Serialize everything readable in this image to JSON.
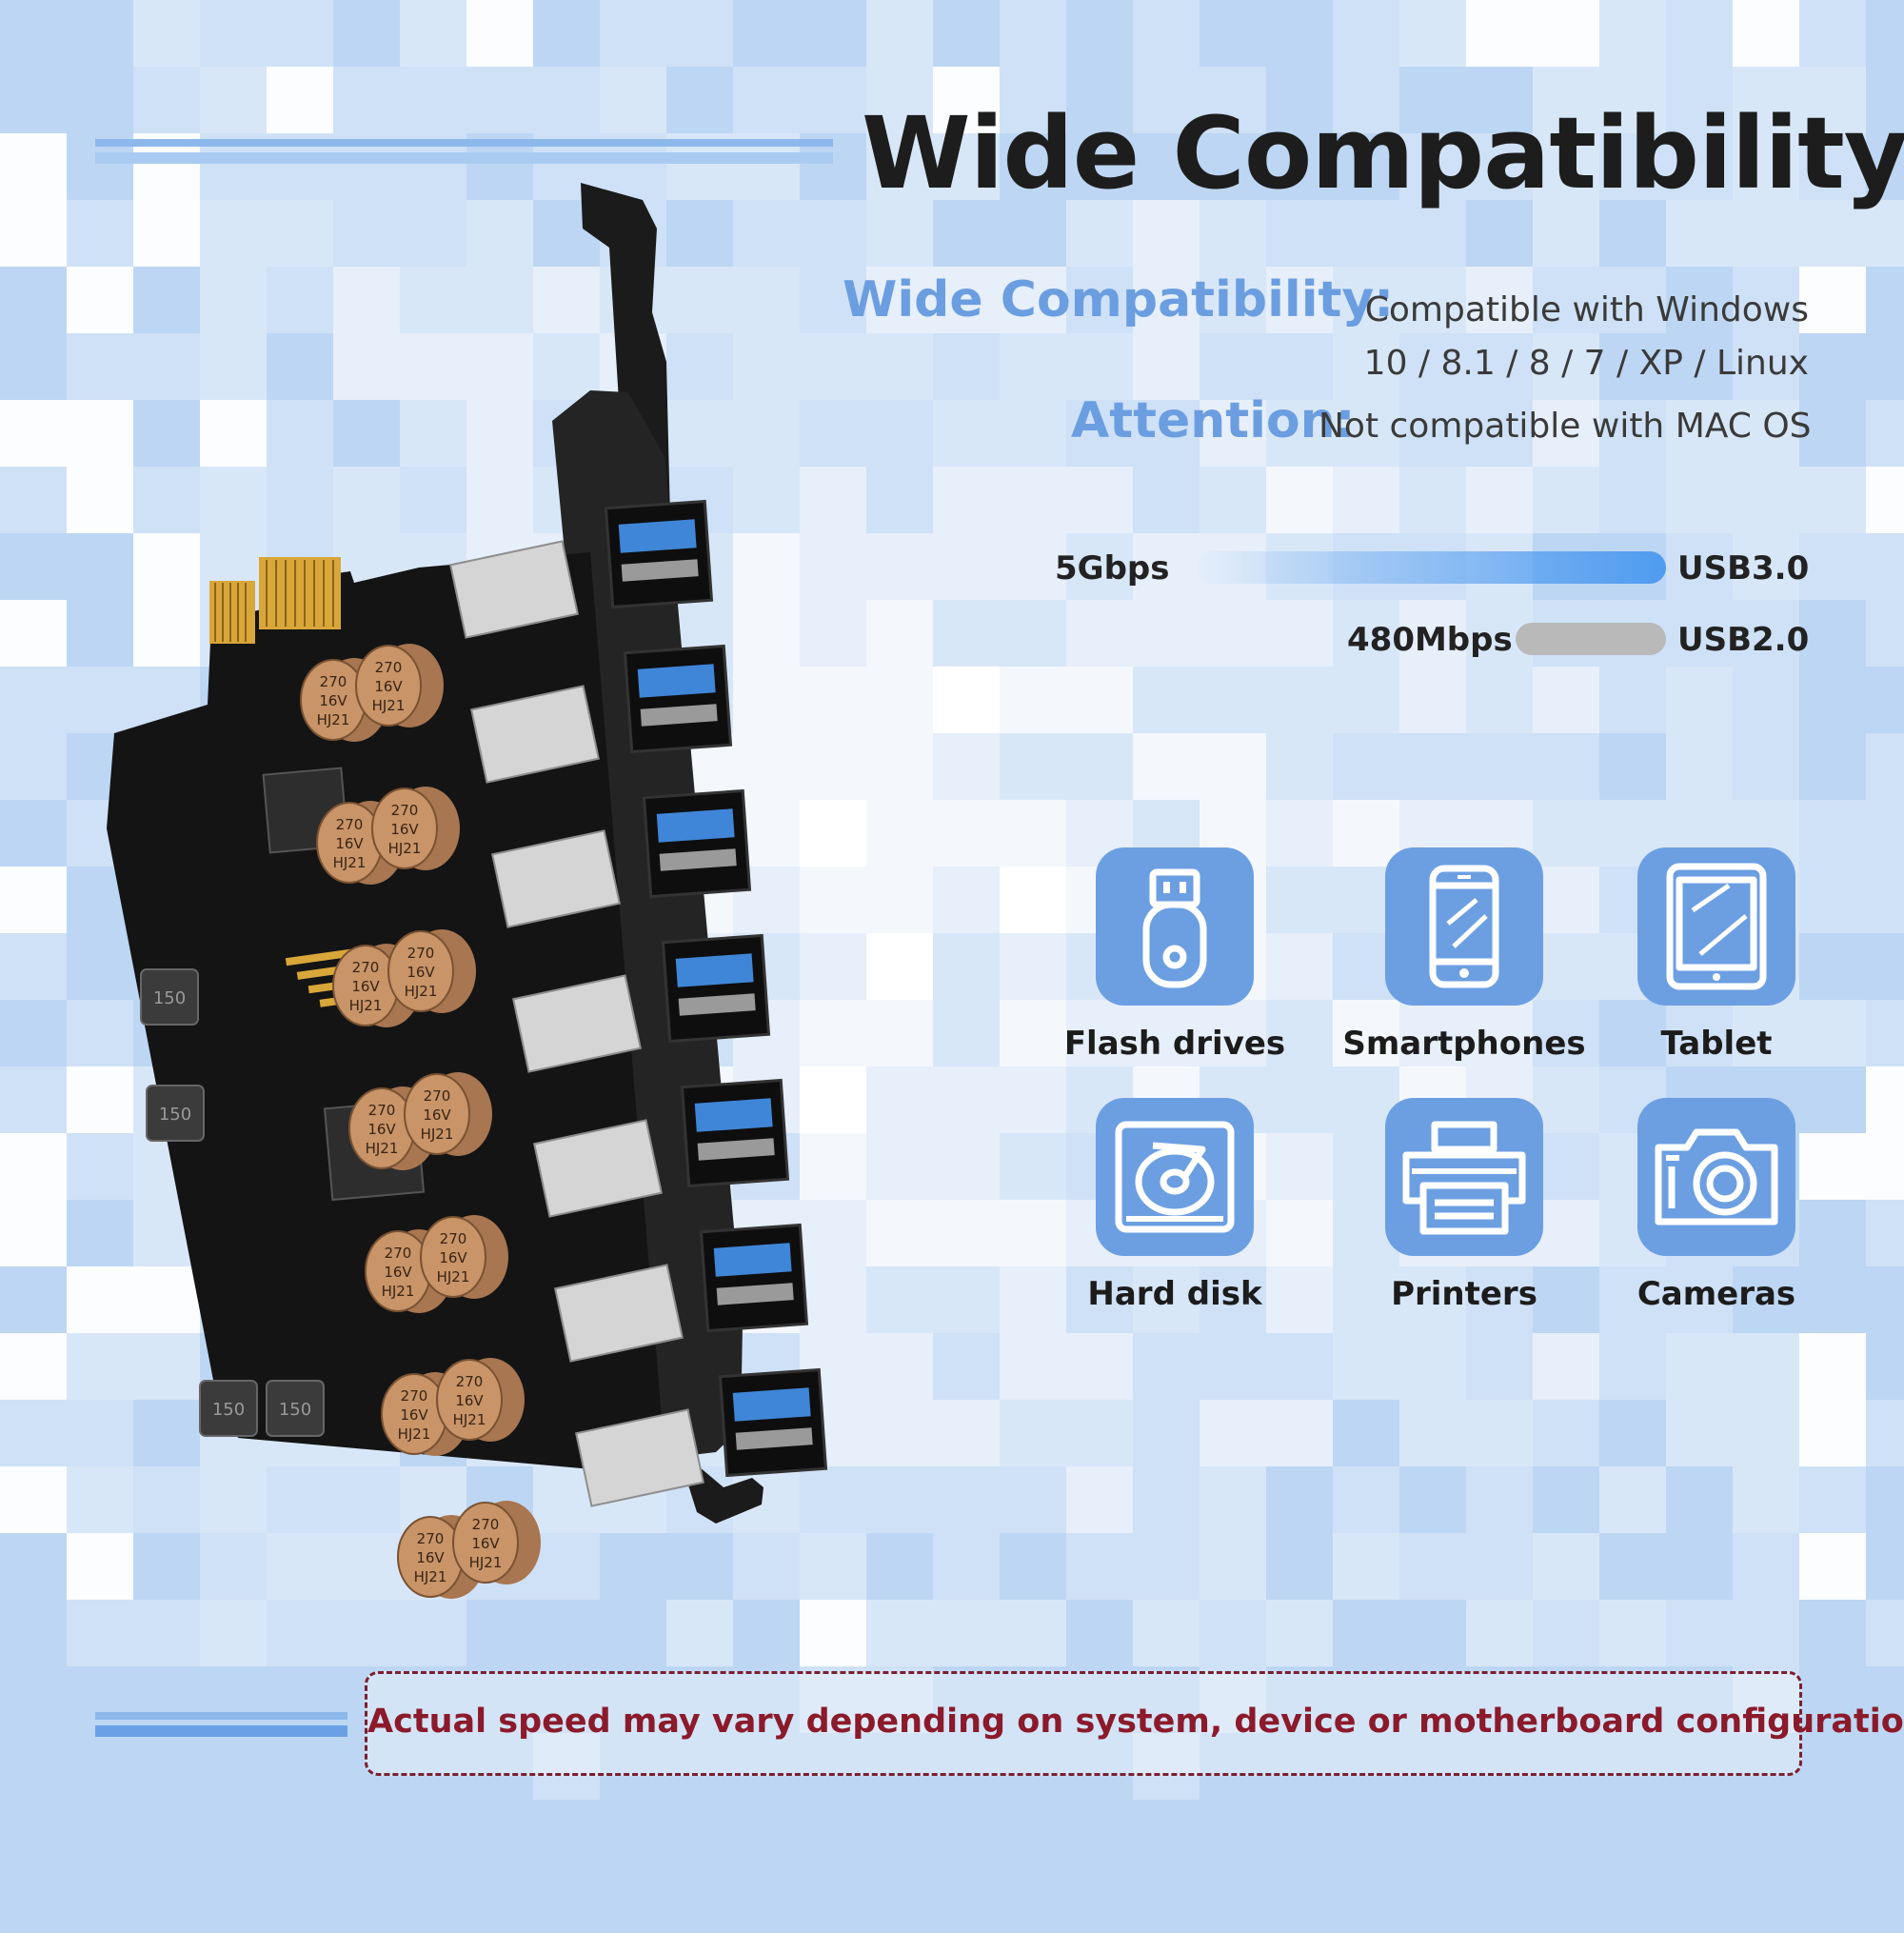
{
  "title": "Wide Compatibility",
  "compatibility": {
    "label": "Wide Compatibility:",
    "text_line1": "Compatible with Windows",
    "text_line2": "10 / 8.1 / 8 / 7 / XP / Linux"
  },
  "attention": {
    "label": "Attention:",
    "text": "Not compatible with MAC OS"
  },
  "speeds": [
    {
      "speed": "5Gbps",
      "standard": "USB3.0",
      "relative": 1.0,
      "color": "#4f9bf0"
    },
    {
      "speed": "480Mbps",
      "standard": "USB2.0",
      "relative": 0.32,
      "color": "#b9b9b9"
    }
  ],
  "devices": [
    {
      "label": "Flash drives",
      "icon": "usb-flash-drive-icon"
    },
    {
      "label": "Smartphones",
      "icon": "smartphone-icon"
    },
    {
      "label": "Tablet",
      "icon": "tablet-icon"
    },
    {
      "label": "Hard disk",
      "icon": "hard-disk-icon"
    },
    {
      "label": "Printers",
      "icon": "printer-icon"
    },
    {
      "label": "Cameras",
      "icon": "camera-icon"
    }
  ],
  "note": "Actual speed may vary depending on system, device or motherboard configuration.",
  "product": {
    "capacitor_labels": [
      "270",
      "16V",
      "HJ21"
    ],
    "inductor_label": "150"
  },
  "colors": {
    "accent": "#6b9ee0",
    "icon_tile": "#6c9fe2",
    "note_text": "#8b1a2b",
    "pcb": "#141414",
    "capacitor": "#c89468",
    "usb_port_blue": "#3f86d8"
  }
}
